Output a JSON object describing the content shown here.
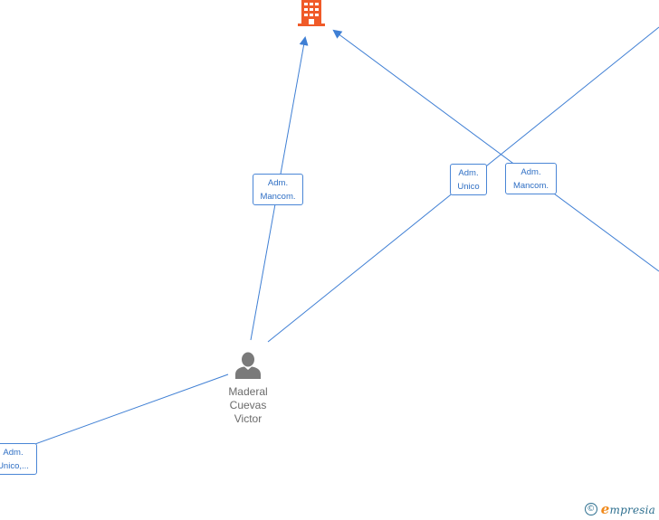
{
  "company": {
    "icon": "building-icon",
    "color": "#f05a28"
  },
  "person": {
    "icon": "person-icon",
    "name_lines": [
      "Maderal",
      "Cuevas",
      "Victor"
    ]
  },
  "roles": {
    "mancom_a": [
      "Adm.",
      "Mancom."
    ],
    "unico": [
      "Adm.",
      "Unico"
    ],
    "mancom_b": [
      "Adm.",
      "Mancom."
    ],
    "unico_etc": [
      "Adm.",
      "Unico,..."
    ]
  },
  "watermark": {
    "symbol": "©",
    "brand_first": "e",
    "brand_rest": "mpresia"
  },
  "colors": {
    "edge": "#3f7fd4",
    "label_border": "#4a86d6",
    "label_text": "#2f6fc4",
    "company": "#f05a28",
    "person": "#7a7a7a"
  }
}
